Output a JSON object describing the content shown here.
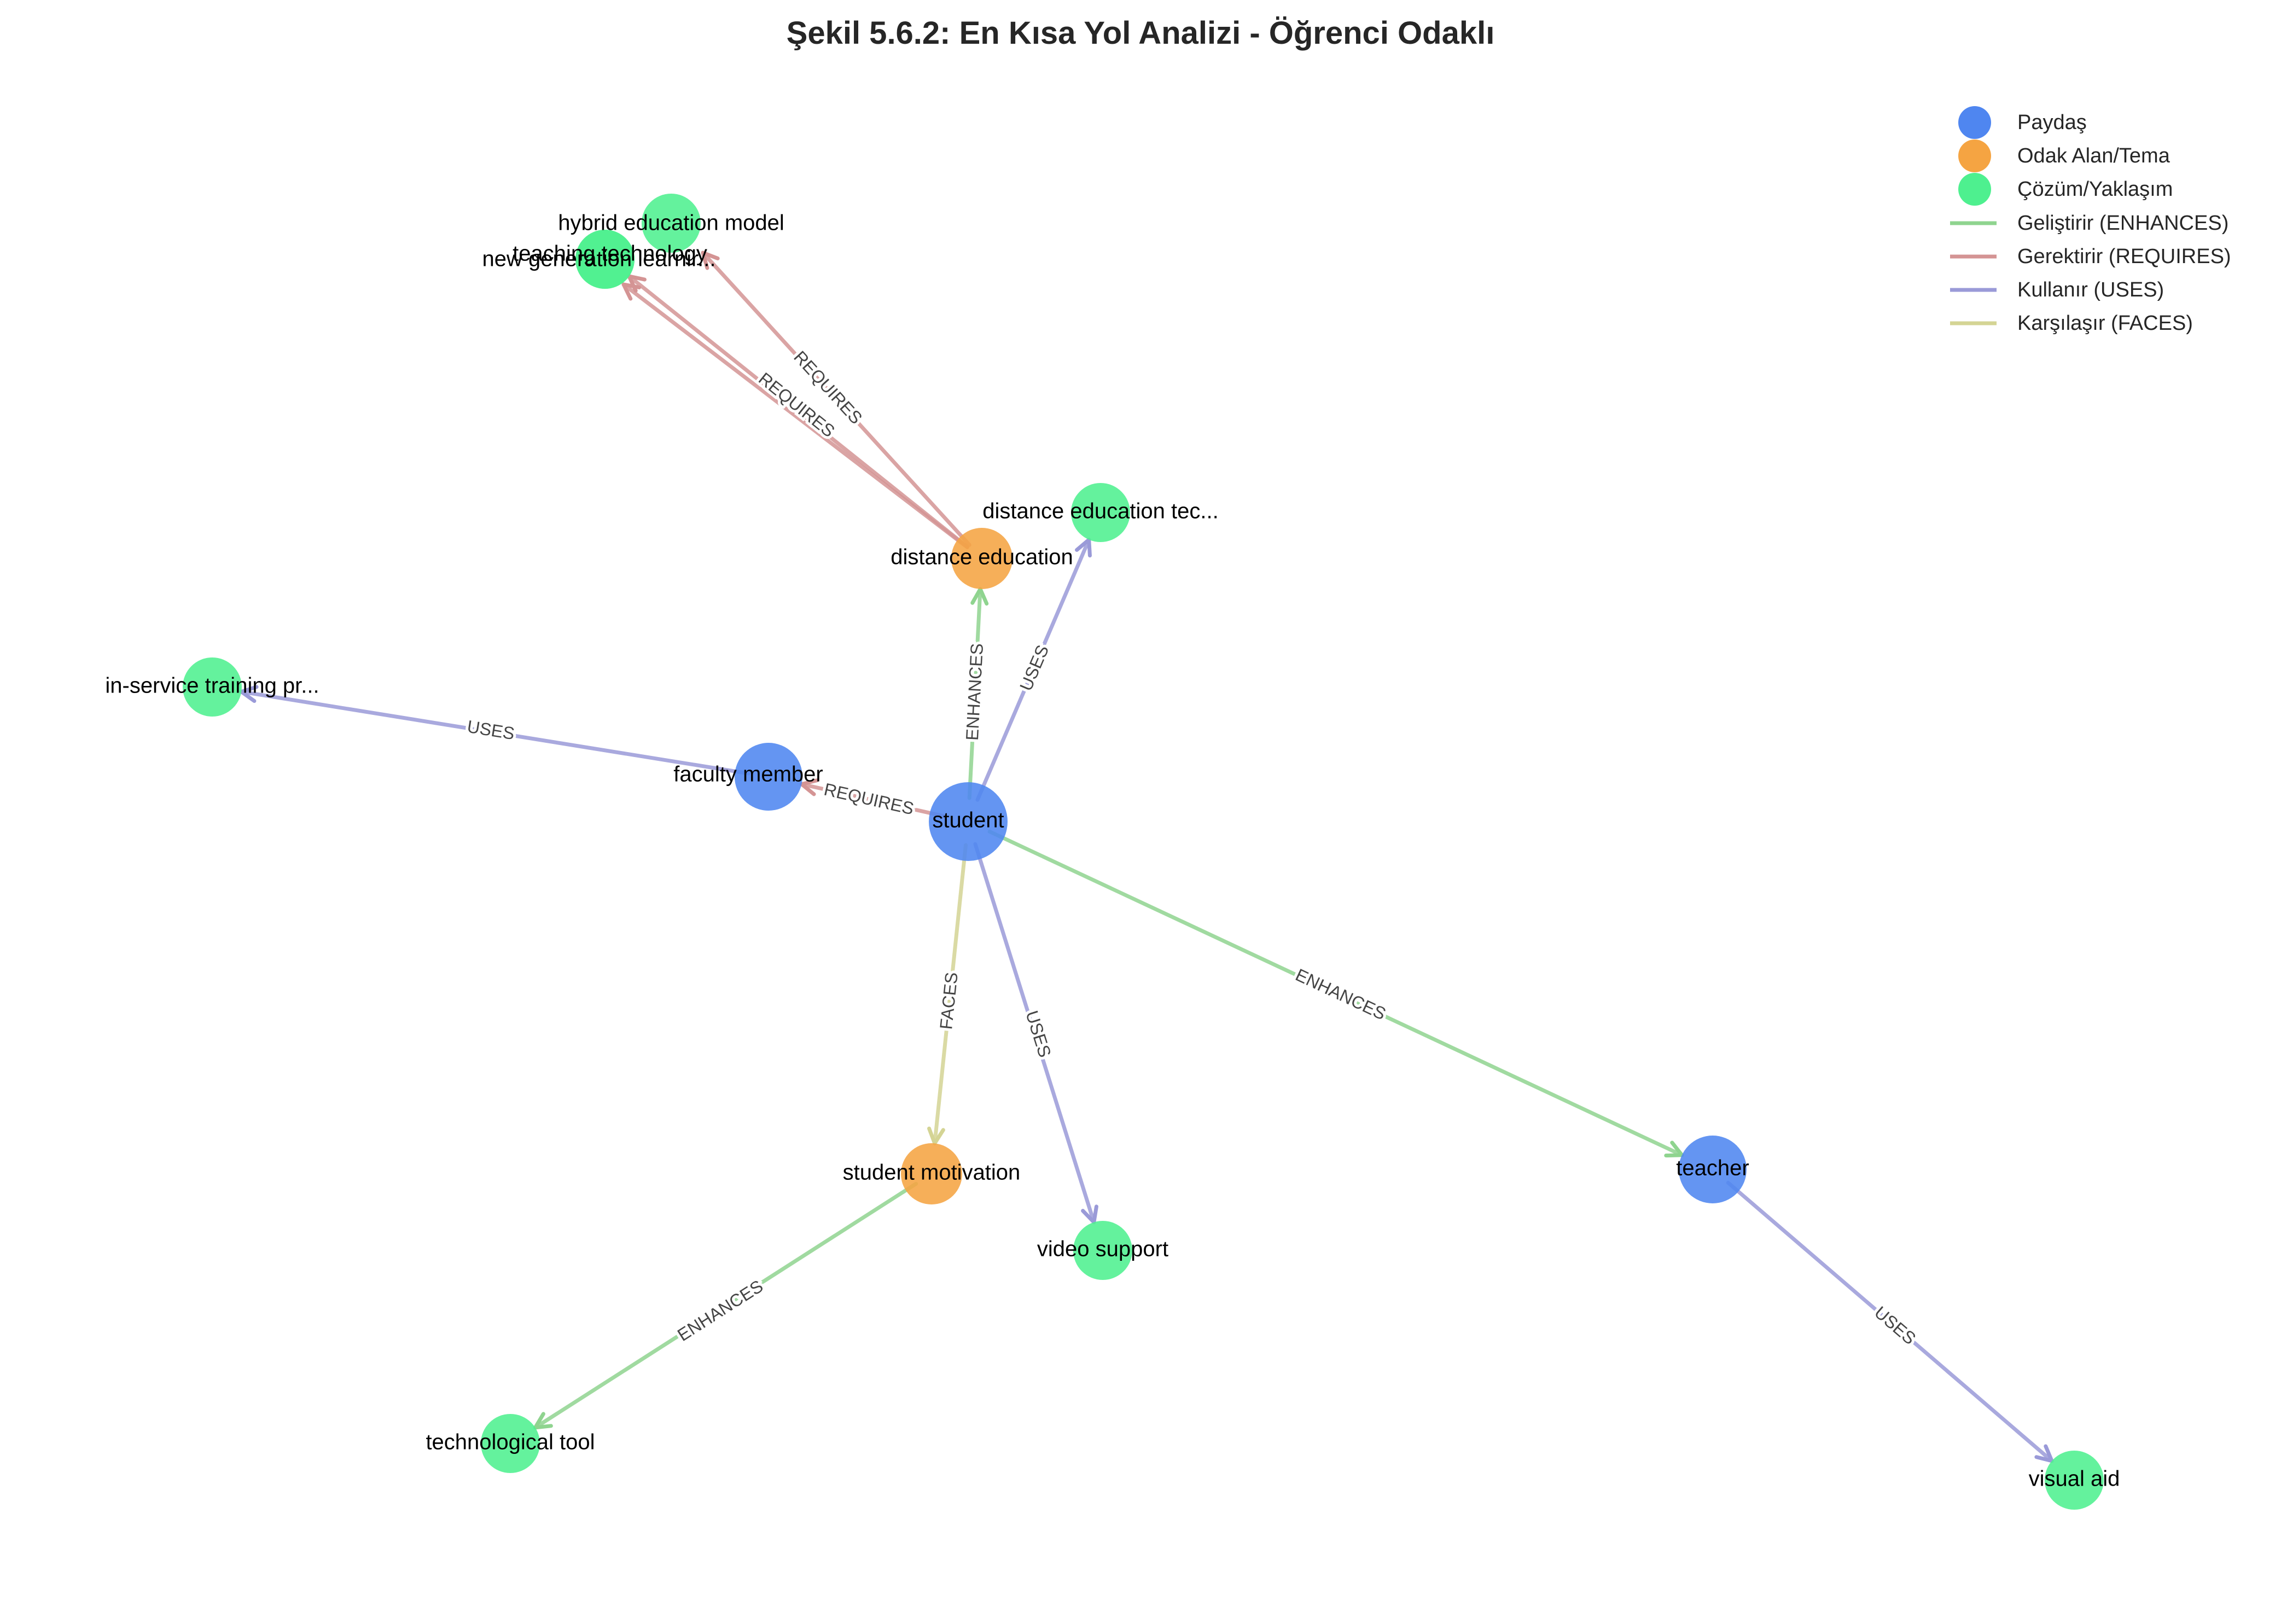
{
  "title": "Şekil 5.6.2: En Kısa Yol Analizi - Öğrenci Odaklı",
  "node_types": {
    "stakeholder": {
      "label": "Paydaş",
      "color": "#4f86f0"
    },
    "focus": {
      "label": "Odak Alan/Tema",
      "color": "#f5a442"
    },
    "solution": {
      "label": "Çözüm/Yaklaşım",
      "color": "#4ef08f"
    }
  },
  "relation_types": {
    "ENHANCES": {
      "label": "Geliştirir (ENHANCES)",
      "color": "#8fd48f"
    },
    "REQUIRES": {
      "label": "Gerektirir (REQUIRES)",
      "color": "#d49494"
    },
    "USES": {
      "label": "Kullanır (USES)",
      "color": "#9a9ad8"
    },
    "FACES": {
      "label": "Karşılaşır (FACES)",
      "color": "#d4d494"
    }
  },
  "nodes": [
    {
      "id": "student",
      "label": "student",
      "type": "stakeholder"
    },
    {
      "id": "faculty_member",
      "label": "faculty member",
      "type": "stakeholder"
    },
    {
      "id": "teacher",
      "label": "teacher",
      "type": "stakeholder"
    },
    {
      "id": "distance_education",
      "label": "distance education",
      "type": "focus"
    },
    {
      "id": "student_motivation",
      "label": "student motivation",
      "type": "focus"
    },
    {
      "id": "hybrid_education_model",
      "label": "hybrid education model",
      "type": "solution"
    },
    {
      "id": "teaching_technology",
      "label": "teaching technology",
      "type": "solution"
    },
    {
      "id": "new_generation_learning",
      "label": "new generation learnir...",
      "type": "solution"
    },
    {
      "id": "distance_education_tec",
      "label": "distance education tec...",
      "type": "solution"
    },
    {
      "id": "in_service_training",
      "label": "in-service training pr...",
      "type": "solution"
    },
    {
      "id": "video_support",
      "label": "video support",
      "type": "solution"
    },
    {
      "id": "technological_tool",
      "label": "technological tool",
      "type": "solution"
    },
    {
      "id": "visual_aid",
      "label": "visual aid",
      "type": "solution"
    }
  ],
  "edges": [
    {
      "source": "distance_education",
      "target": "hybrid_education_model",
      "relation": "REQUIRES"
    },
    {
      "source": "distance_education",
      "target": "teaching_technology",
      "relation": "REQUIRES"
    },
    {
      "source": "distance_education",
      "target": "new_generation_learning",
      "relation": "REQUIRES"
    },
    {
      "source": "student",
      "target": "distance_education",
      "relation": "ENHANCES"
    },
    {
      "source": "student",
      "target": "distance_education_tec",
      "relation": "USES"
    },
    {
      "source": "faculty_member",
      "target": "in_service_training",
      "relation": "USES"
    },
    {
      "source": "student",
      "target": "faculty_member",
      "relation": "REQUIRES"
    },
    {
      "source": "student",
      "target": "student_motivation",
      "relation": "FACES"
    },
    {
      "source": "student",
      "target": "video_support",
      "relation": "USES"
    },
    {
      "source": "student",
      "target": "teacher",
      "relation": "ENHANCES"
    },
    {
      "source": "teacher",
      "target": "visual_aid",
      "relation": "USES"
    },
    {
      "source": "student_motivation",
      "target": "technological_tool",
      "relation": "ENHANCES"
    }
  ],
  "edge_label_text": {
    "ENHANCES": "ENHANCES",
    "REQUIRES": "REQUIRES",
    "USES": "USES",
    "FACES": "FACES"
  }
}
